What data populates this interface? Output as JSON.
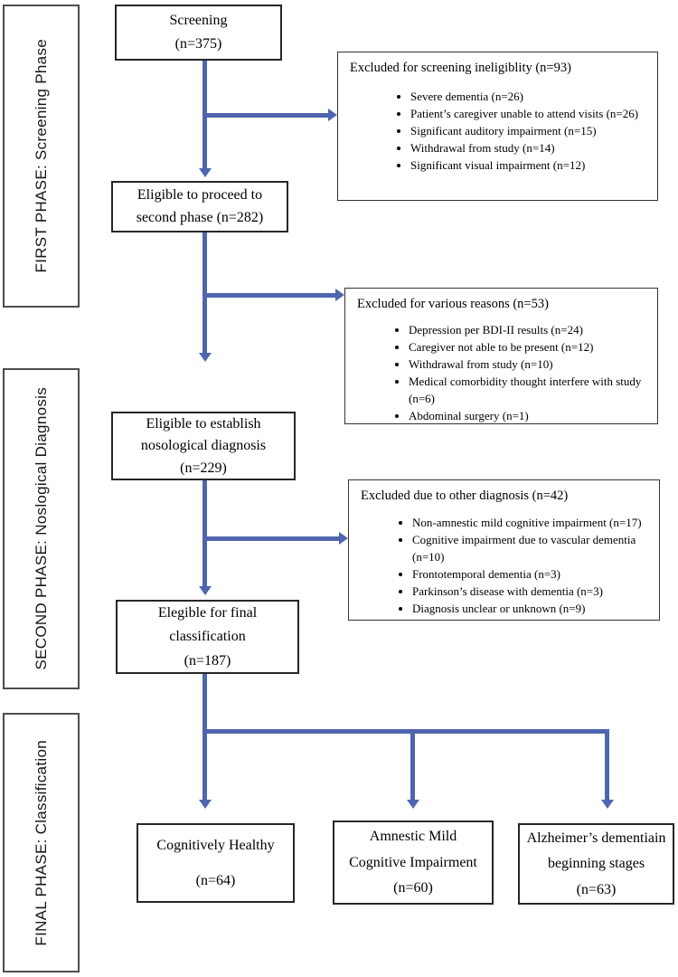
{
  "colors": {
    "connector": "#4f66af"
  },
  "phases": [
    {
      "label": "FIRST PHASE: Screening Phase"
    },
    {
      "label": "SECOND PHASE: Noslogical Diagnosis"
    },
    {
      "label": "FINAL PHASE: Classification"
    }
  ],
  "boxes": {
    "screening": {
      "lines": [
        "Screening",
        "(n=375)"
      ]
    },
    "eligible_second": {
      "lines": [
        "Eligible to proceed to",
        "second phase (n=282)"
      ]
    },
    "eligible_nosological": {
      "lines": [
        "Eligible to establish",
        "nosological diagnosis",
        "(n=229)"
      ]
    },
    "final_classification": {
      "lines": [
        "Elegible for final",
        "classification",
        "(n=187)"
      ]
    }
  },
  "exclusions": [
    {
      "title": "Excluded for screening ineligiblity (n=93)",
      "items": [
        "Severe dementia  (n=26)",
        "Patient’s caregiver unable to attend visits (n=26)",
        "Significant auditory impairment (n=15)",
        "Withdrawal from study (n=14)",
        "Significant visual impairment (n=12)"
      ]
    },
    {
      "title": "Excluded for various reasons  (n=53)",
      "items": [
        "Depression per BDI-II results (n=24)",
        "Caregiver not able to be present (n=12)",
        "Withdrawal from study (n=10)",
        "Medical comorbidity thought interfere with study (n=6)",
        "Abdominal surgery (n=1)"
      ]
    },
    {
      "title": "Excluded due to other diagnosis (n=42)",
      "items": [
        "Non-amnestic mild cognitive impairment  (n=17)",
        "Cognitive impairment due to vascular dementia (n=10)",
        "Frontotemporal dementia (n=3)",
        "Parkinson’s disease with dementia (n=3)",
        "Diagnosis unclear or unknown (n=9)"
      ]
    }
  ],
  "outcomes": [
    {
      "lines": [
        "Cognitively Healthy",
        "(n=64)"
      ]
    },
    {
      "lines": [
        "Amnestic Mild",
        "Cognitive Impairment",
        "(n=60)"
      ]
    },
    {
      "lines": [
        "Alzheimer’s dementiain",
        "beginning stages",
        "(n=63)"
      ]
    }
  ]
}
